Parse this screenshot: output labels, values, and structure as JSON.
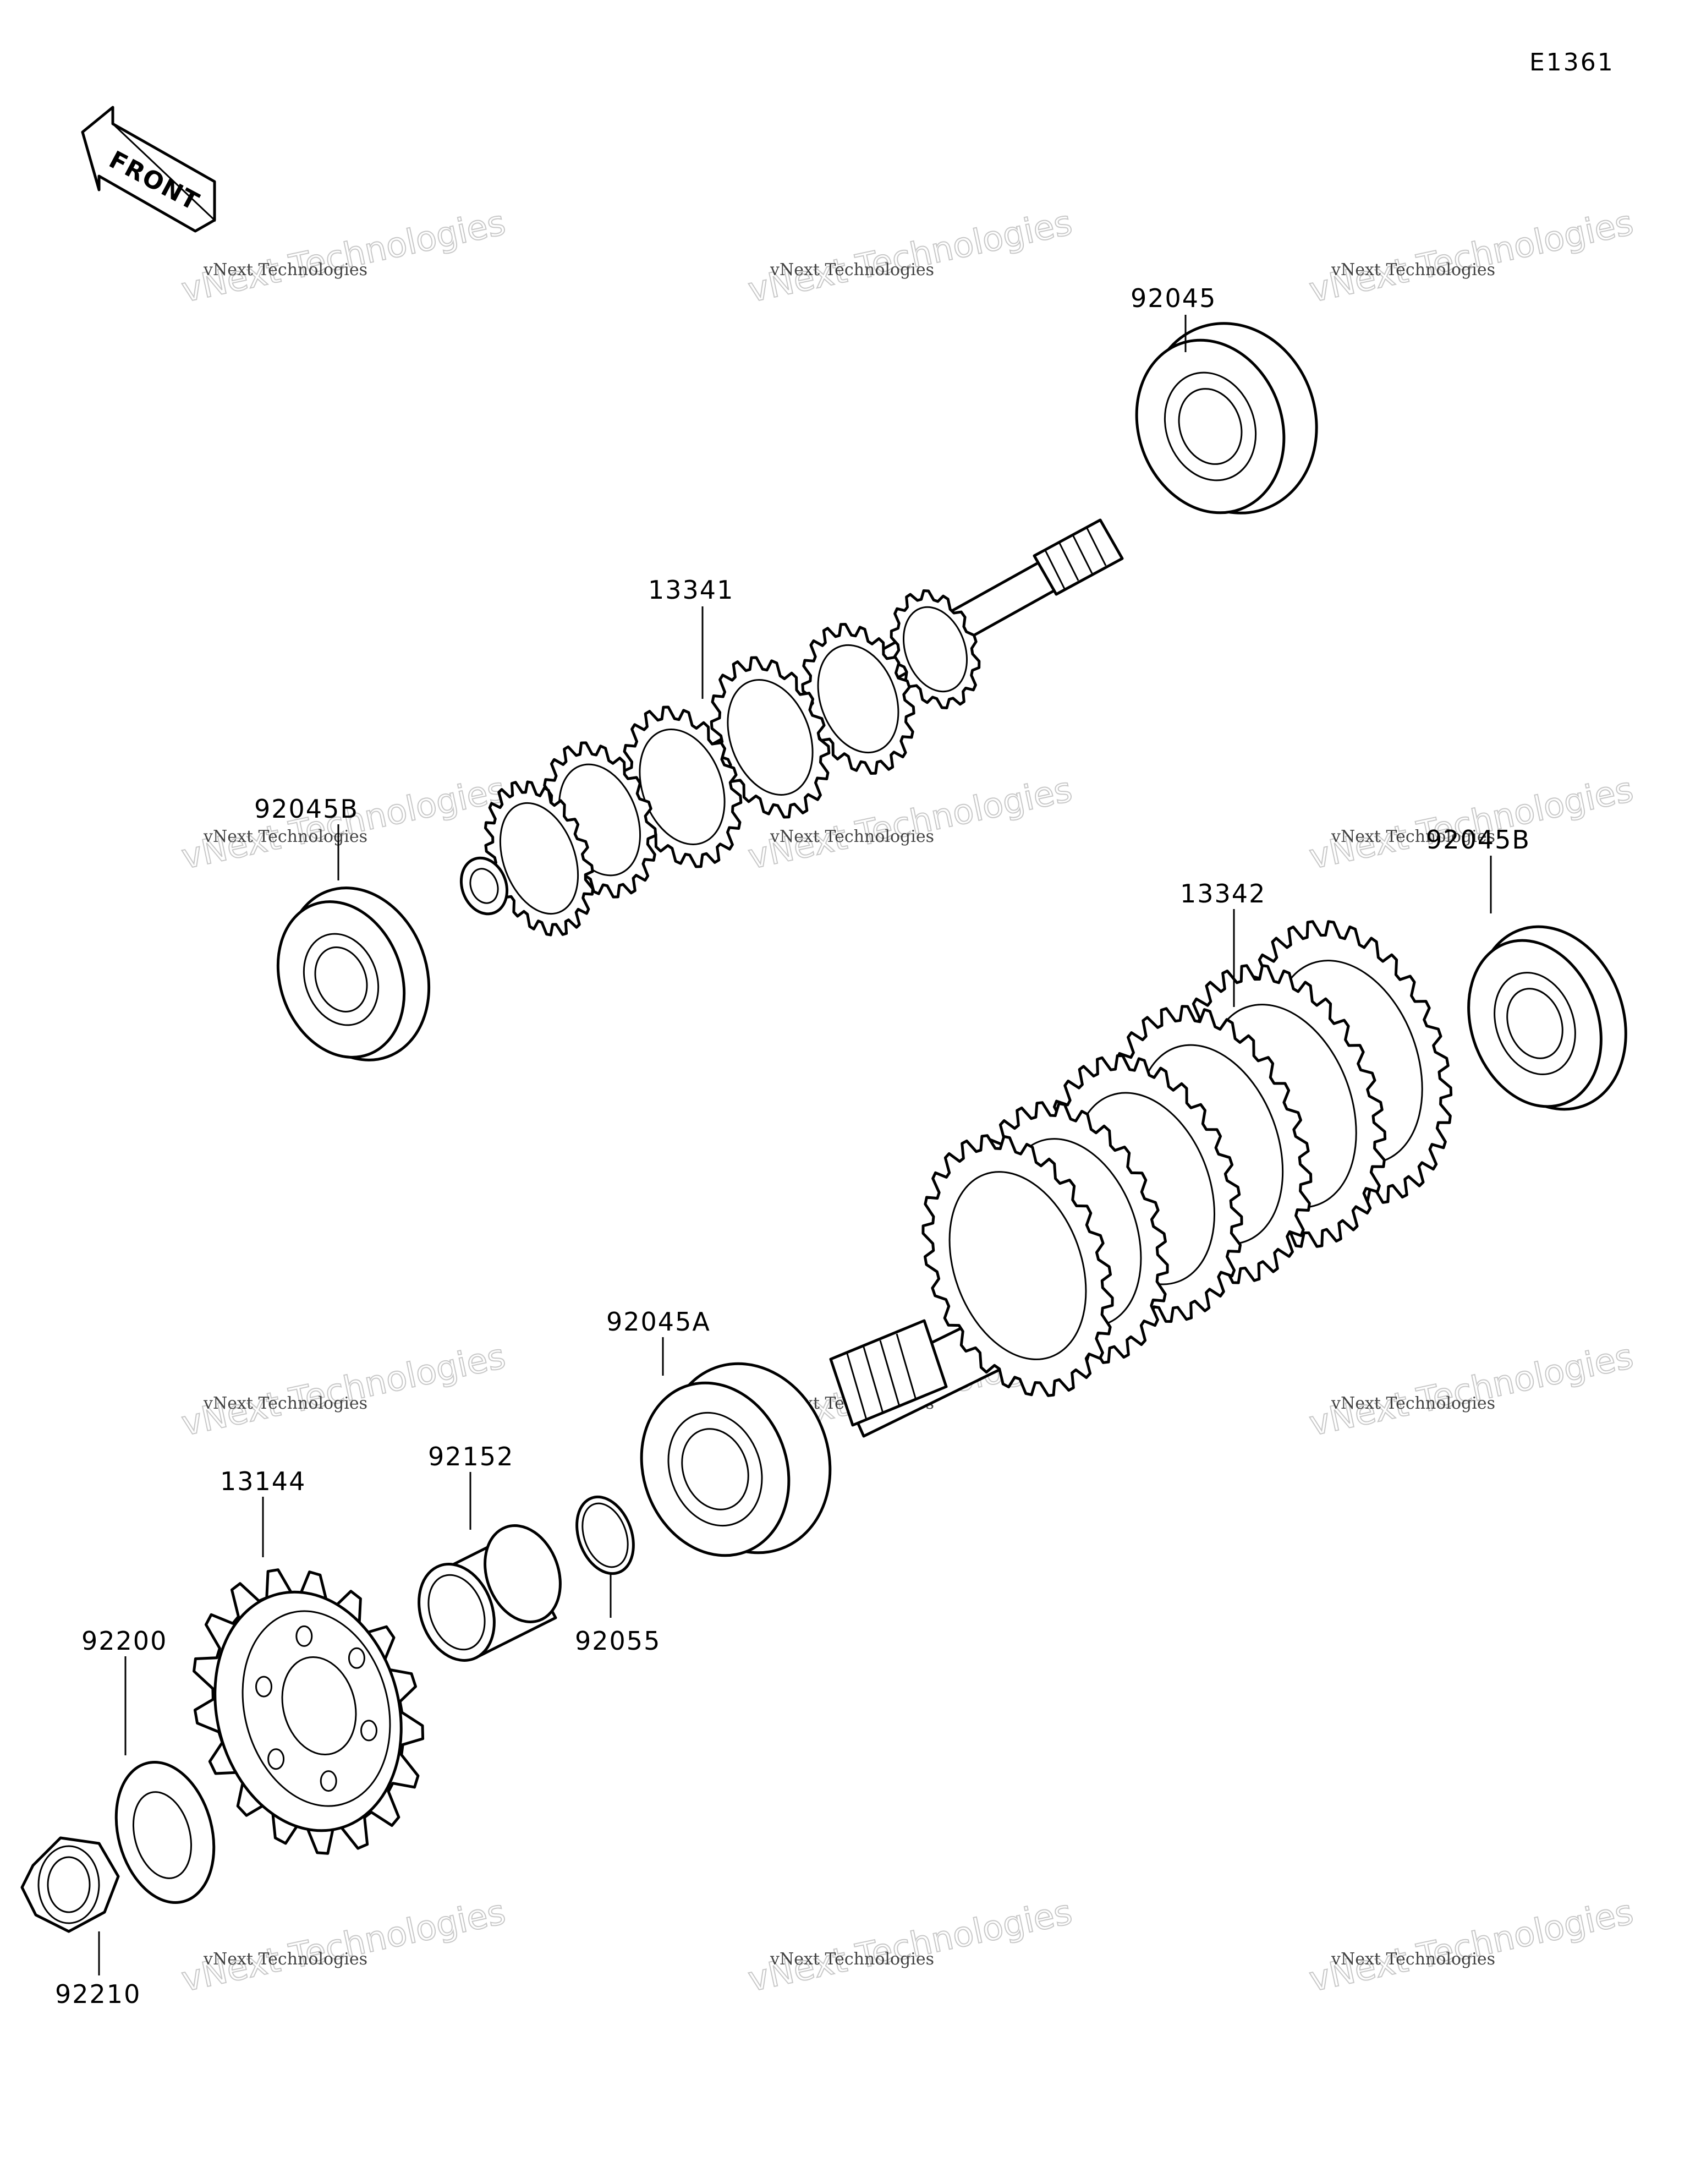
{
  "diagram_code": "E1361",
  "front_arrow_label": "FRONT",
  "watermark": {
    "line1": "vNext Technologies",
    "line2": "vNext Technologies"
  },
  "parts": {
    "bearing_top": "92045",
    "input_shaft": "13341",
    "bearing_left": "92045B",
    "output_shaft": "13342",
    "bearing_right": "92045B",
    "bearing_output": "92045A",
    "sprocket": "13144",
    "collar": "92152",
    "o_ring": "92055",
    "washer": "92200",
    "nut": "92210"
  }
}
